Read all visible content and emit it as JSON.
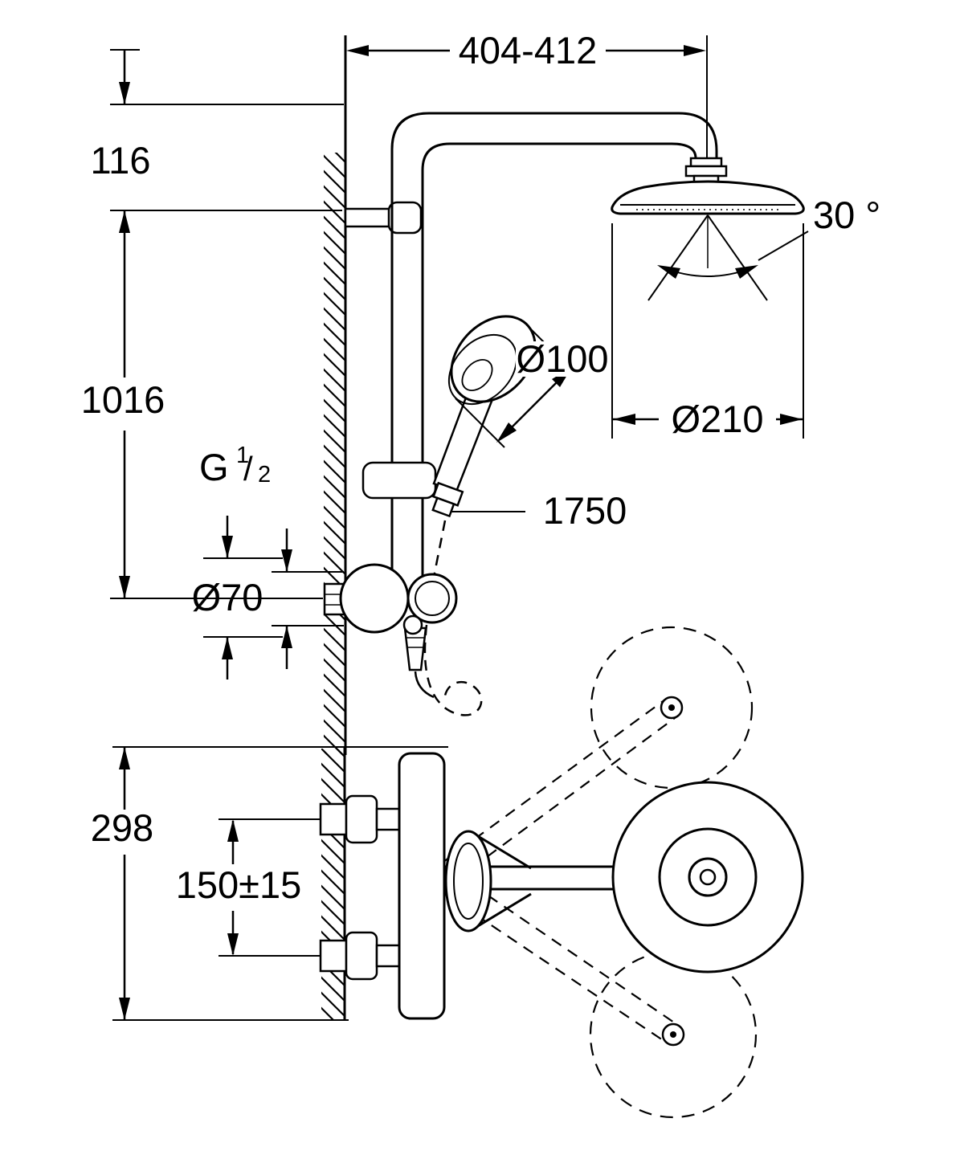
{
  "diagram": {
    "labels": {
      "top_width": "404-412",
      "head_drop": "116",
      "riser_height": "1016",
      "spray_angle": "30 °",
      "hand_shower_diameter": "Ø100",
      "head_diameter": "Ø210",
      "thread_g": "G",
      "thread_numerator": "1",
      "thread_slash": "/",
      "thread_denominator": "2",
      "hose_length": "1750",
      "flange_diameter": "Ø70",
      "depth": "298",
      "inlet_spacing": "150±15"
    },
    "colors": {
      "ink": "#000000",
      "background": "#ffffff"
    }
  }
}
